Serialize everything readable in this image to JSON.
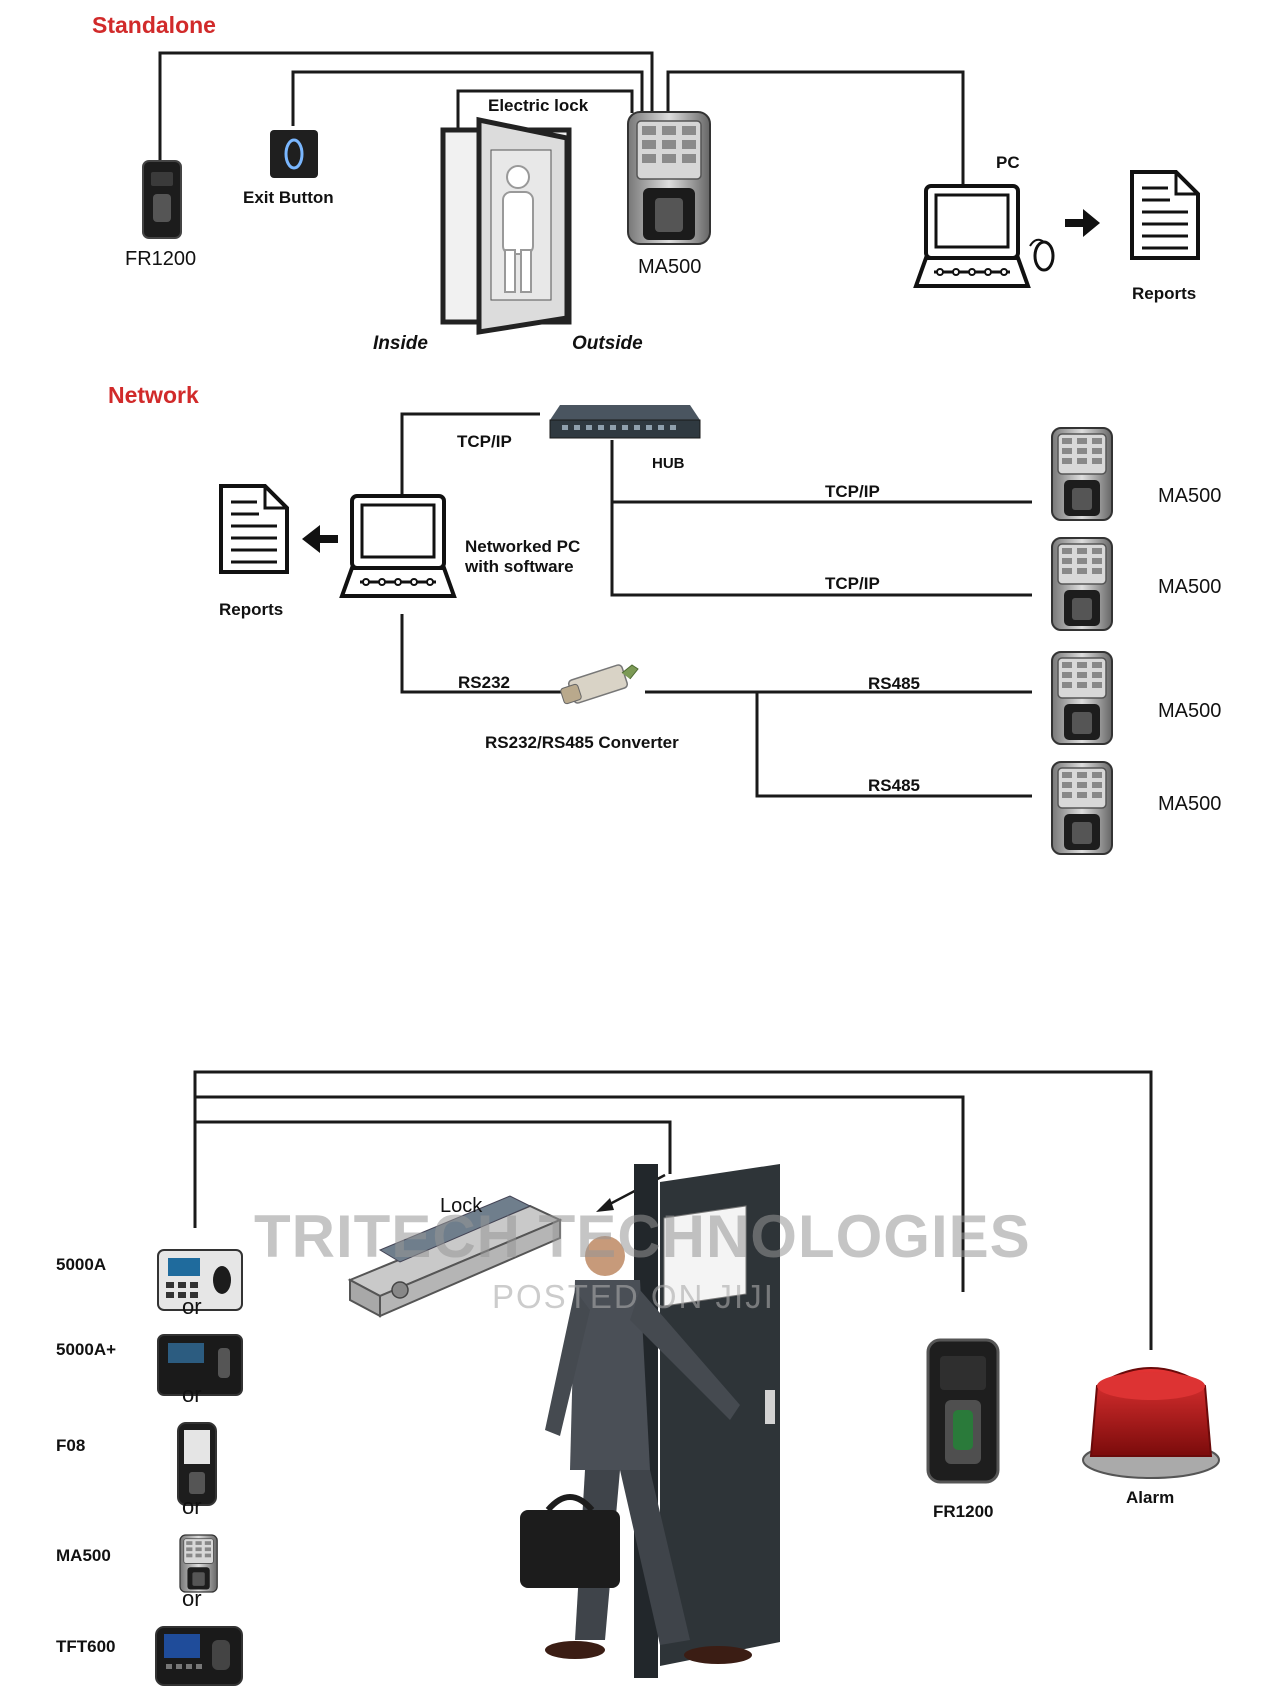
{
  "standalone": {
    "section_title": "Standalone",
    "fr1200": "FR1200",
    "exit_button": "Exit Button",
    "electric_lock": "Electric lock",
    "ma500": "MA500",
    "inside": "Inside",
    "outside": "Outside",
    "pc": "PC",
    "reports": "Reports"
  },
  "network": {
    "section_title": "Network",
    "tcpip_hub": "TCP/IP",
    "hub": "HUB",
    "tcpip_1": "TCP/IP",
    "tcpip_2": "TCP/IP",
    "networked_pc_line1": "Networked PC",
    "networked_pc_line2": "with software",
    "reports": "Reports",
    "rs232": "RS232",
    "converter": "RS232/RS485 Converter",
    "rs485_1": "RS485",
    "rs485_2": "RS485",
    "ma500_1": "MA500",
    "ma500_2": "MA500",
    "ma500_3": "MA500",
    "ma500_4": "MA500"
  },
  "bottom": {
    "lock": "Lock",
    "device_1": "5000A",
    "device_2": "5000A+",
    "device_3": "F08",
    "device_4": "MA500",
    "device_5": "TFT600",
    "or_1": "or",
    "or_2": "or",
    "or_3": "or",
    "or_4": "or",
    "fr1200": "FR1200",
    "alarm": "Alarm"
  },
  "watermark": {
    "line1": "TRITECH TECHNOLOGIES",
    "line2": "POSTED ON JIJI"
  },
  "colors": {
    "section_title": "#d12a2a",
    "wire": "#1a1a1a",
    "door": "#2b2f33",
    "alarm": "#c01818"
  }
}
